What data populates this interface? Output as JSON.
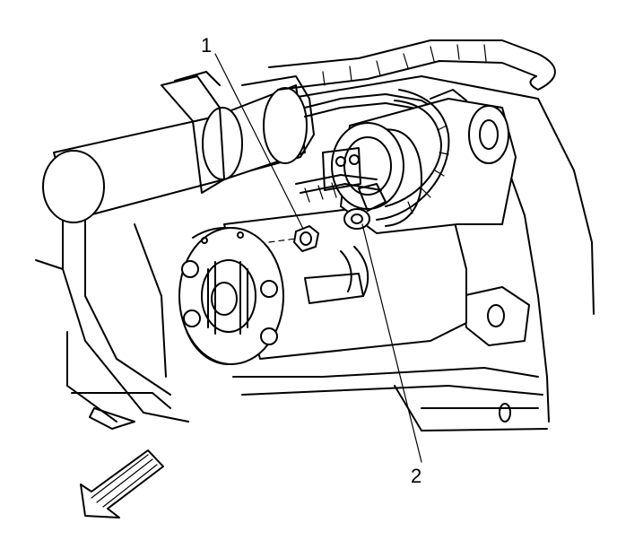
{
  "colors": {
    "line": "#000000",
    "background": "#ffffff"
  },
  "icons": {
    "front_arrow": "direction-arrow-icon"
  },
  "callouts": [
    {
      "label": "1",
      "part": "starter-mounting-nut"
    },
    {
      "label": "2",
      "part": "starter-terminal-nut"
    }
  ]
}
